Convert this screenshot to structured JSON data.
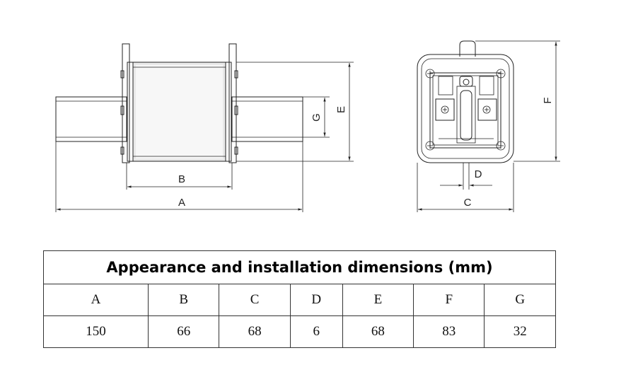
{
  "drawing": {
    "left_view_labels": {
      "A": "A",
      "B": "B",
      "E": "E",
      "G": "G"
    },
    "right_view_labels": {
      "C": "C",
      "D": "D",
      "F": "F"
    }
  },
  "table": {
    "title": "Appearance and installation dimensions (mm)",
    "headers": [
      "A",
      "B",
      "C",
      "D",
      "E",
      "F",
      "G"
    ],
    "values": [
      "150",
      "66",
      "68",
      "6",
      "68",
      "83",
      "32"
    ]
  }
}
